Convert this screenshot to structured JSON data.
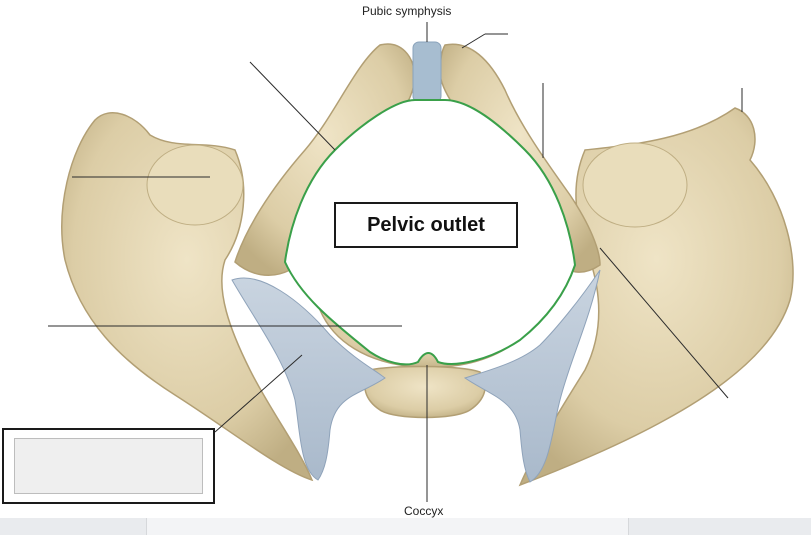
{
  "labels": {
    "pubic_symphysis": "Pubic symphysis",
    "coccyx": "Coccyx",
    "pelvic_outlet": "Pelvic outlet"
  },
  "answer_box": {
    "value": ""
  },
  "colors": {
    "bone": "#e2d5b2",
    "bone_shadow": "#c3b287",
    "ligament": "#b8c6d6",
    "outlet_outline": "#3aa04a",
    "leader_line": "#2b2b2b"
  }
}
